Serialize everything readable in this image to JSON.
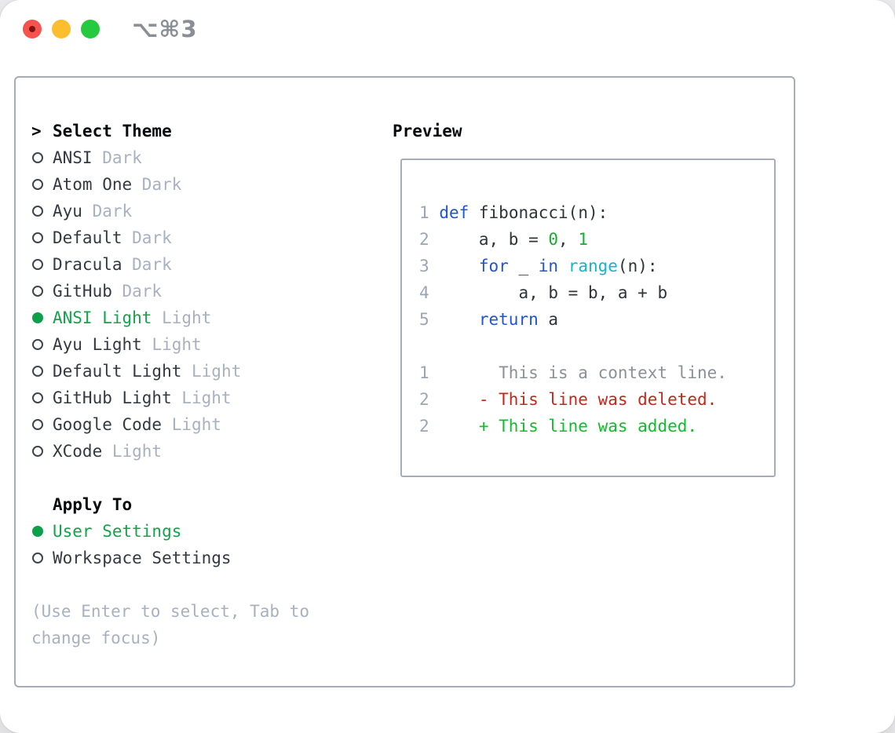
{
  "titlebar": {
    "shortcut": "⌥⌘3",
    "buttons": [
      "close",
      "minimize",
      "zoom"
    ]
  },
  "theme_list": {
    "header": {
      "marker": ">",
      "label": "Select Theme"
    },
    "items": [
      {
        "name": "ANSI",
        "badge": "Dark",
        "selected": false
      },
      {
        "name": "Atom One",
        "badge": "Dark",
        "selected": false
      },
      {
        "name": "Ayu",
        "badge": "Dark",
        "selected": false
      },
      {
        "name": "Default",
        "badge": "Dark",
        "selected": false
      },
      {
        "name": "Dracula",
        "badge": "Dark",
        "selected": false
      },
      {
        "name": "GitHub",
        "badge": "Dark",
        "selected": false
      },
      {
        "name": "ANSI Light",
        "badge": "Light",
        "selected": true
      },
      {
        "name": "Ayu Light",
        "badge": "Light",
        "selected": false
      },
      {
        "name": "Default Light",
        "badge": "Light",
        "selected": false
      },
      {
        "name": "GitHub Light",
        "badge": "Light",
        "selected": false
      },
      {
        "name": "Google Code",
        "badge": "Light",
        "selected": false
      },
      {
        "name": "XCode",
        "badge": "Light",
        "selected": false
      }
    ]
  },
  "apply_to": {
    "label": "Apply To",
    "options": [
      {
        "name": "User Settings",
        "selected": true
      },
      {
        "name": "Workspace Settings",
        "selected": false
      }
    ]
  },
  "hint": "(Use Enter to select, Tab to change focus)",
  "preview": {
    "label": "Preview",
    "blocks": [
      {
        "kind": "code",
        "lines": [
          {
            "num": "1",
            "tokens": [
              {
                "text": " ",
                "color": "plain"
              },
              {
                "text": "def",
                "color": "keyword"
              },
              {
                "text": " fibonacci(n):",
                "color": "plain"
              }
            ]
          },
          {
            "num": "2",
            "tokens": [
              {
                "text": "     a, b = ",
                "color": "plain"
              },
              {
                "text": "0",
                "color": "number"
              },
              {
                "text": ", ",
                "color": "plain"
              },
              {
                "text": "1",
                "color": "number"
              }
            ]
          },
          {
            "num": "3",
            "tokens": [
              {
                "text": "     ",
                "color": "plain"
              },
              {
                "text": "for",
                "color": "keyword"
              },
              {
                "text": " _ ",
                "color": "plain"
              },
              {
                "text": "in",
                "color": "keyword"
              },
              {
                "text": " ",
                "color": "plain"
              },
              {
                "text": "range",
                "color": "builtin"
              },
              {
                "text": "(n):",
                "color": "plain"
              }
            ]
          },
          {
            "num": "4",
            "tokens": [
              {
                "text": "         a, b = b, a + b",
                "color": "plain"
              }
            ]
          },
          {
            "num": "5",
            "tokens": [
              {
                "text": "     ",
                "color": "plain"
              },
              {
                "text": "return",
                "color": "keyword"
              },
              {
                "text": " a",
                "color": "plain"
              }
            ]
          }
        ]
      },
      {
        "kind": "diff",
        "lines": [
          {
            "num": "1",
            "tokens": [
              {
                "text": "       This is a context line.",
                "color": "context"
              }
            ]
          },
          {
            "num": "2",
            "tokens": [
              {
                "text": "     - This line was deleted.",
                "color": "deleted"
              }
            ]
          },
          {
            "num": "2",
            "tokens": [
              {
                "text": "     + This line was added.",
                "color": "added"
              }
            ]
          }
        ]
      }
    ]
  },
  "colors": {
    "selection_green": "#0ca04a",
    "keyword_blue": "#1d54d8",
    "builtin_cyan": "#13b5c9",
    "number_green": "#10b22c",
    "deleted_red": "#c7271b",
    "added_green": "#10bd2b",
    "badge_gray": "#a7b1bf",
    "linenum_gray": "#9ba6b3",
    "border_gray": "#a6adb9",
    "traffic_red": "#f4544d",
    "traffic_yellow": "#fcbd2f",
    "traffic_green": "#27c93f"
  }
}
